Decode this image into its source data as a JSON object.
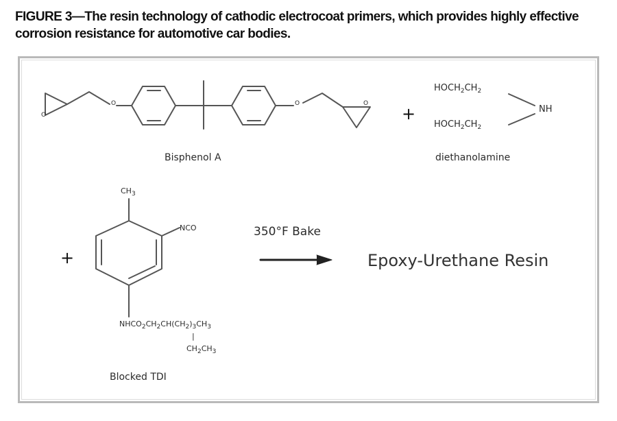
{
  "caption": "FIGURE 3—The resin technology of cathodic electrocoat primers, which provides highly effective corrosion resistance for automotive car bodies.",
  "labels": {
    "bisphenol": "Bisphenol A",
    "diethanolamine": "diethanolamine",
    "blocked_tdi": "Blocked TDI",
    "bake": "350°F Bake",
    "product": "Epoxy-Urethane Resin",
    "plus": "+"
  },
  "formulas": {
    "hoch_top": [
      "HOCH",
      "2",
      "CH",
      "2"
    ],
    "hoch_bottom": [
      "HOCH",
      "2",
      "CH",
      "2"
    ],
    "nh": "NH",
    "ch3": [
      "CH",
      "3"
    ],
    "nco": "NCO",
    "chain": [
      "NHCO",
      "2",
      "CH",
      "2",
      "CH(CH",
      "2",
      ")",
      "3",
      "CH",
      "3"
    ],
    "branch_bar": "|",
    "ethyl": [
      "CH",
      "2",
      "CH",
      "3"
    ],
    "epoxide_o": "O",
    "ether_o": "O"
  },
  "colors": {
    "frame": "#b9b9b9",
    "bond": "#555555",
    "text": "#2b2b2b"
  }
}
